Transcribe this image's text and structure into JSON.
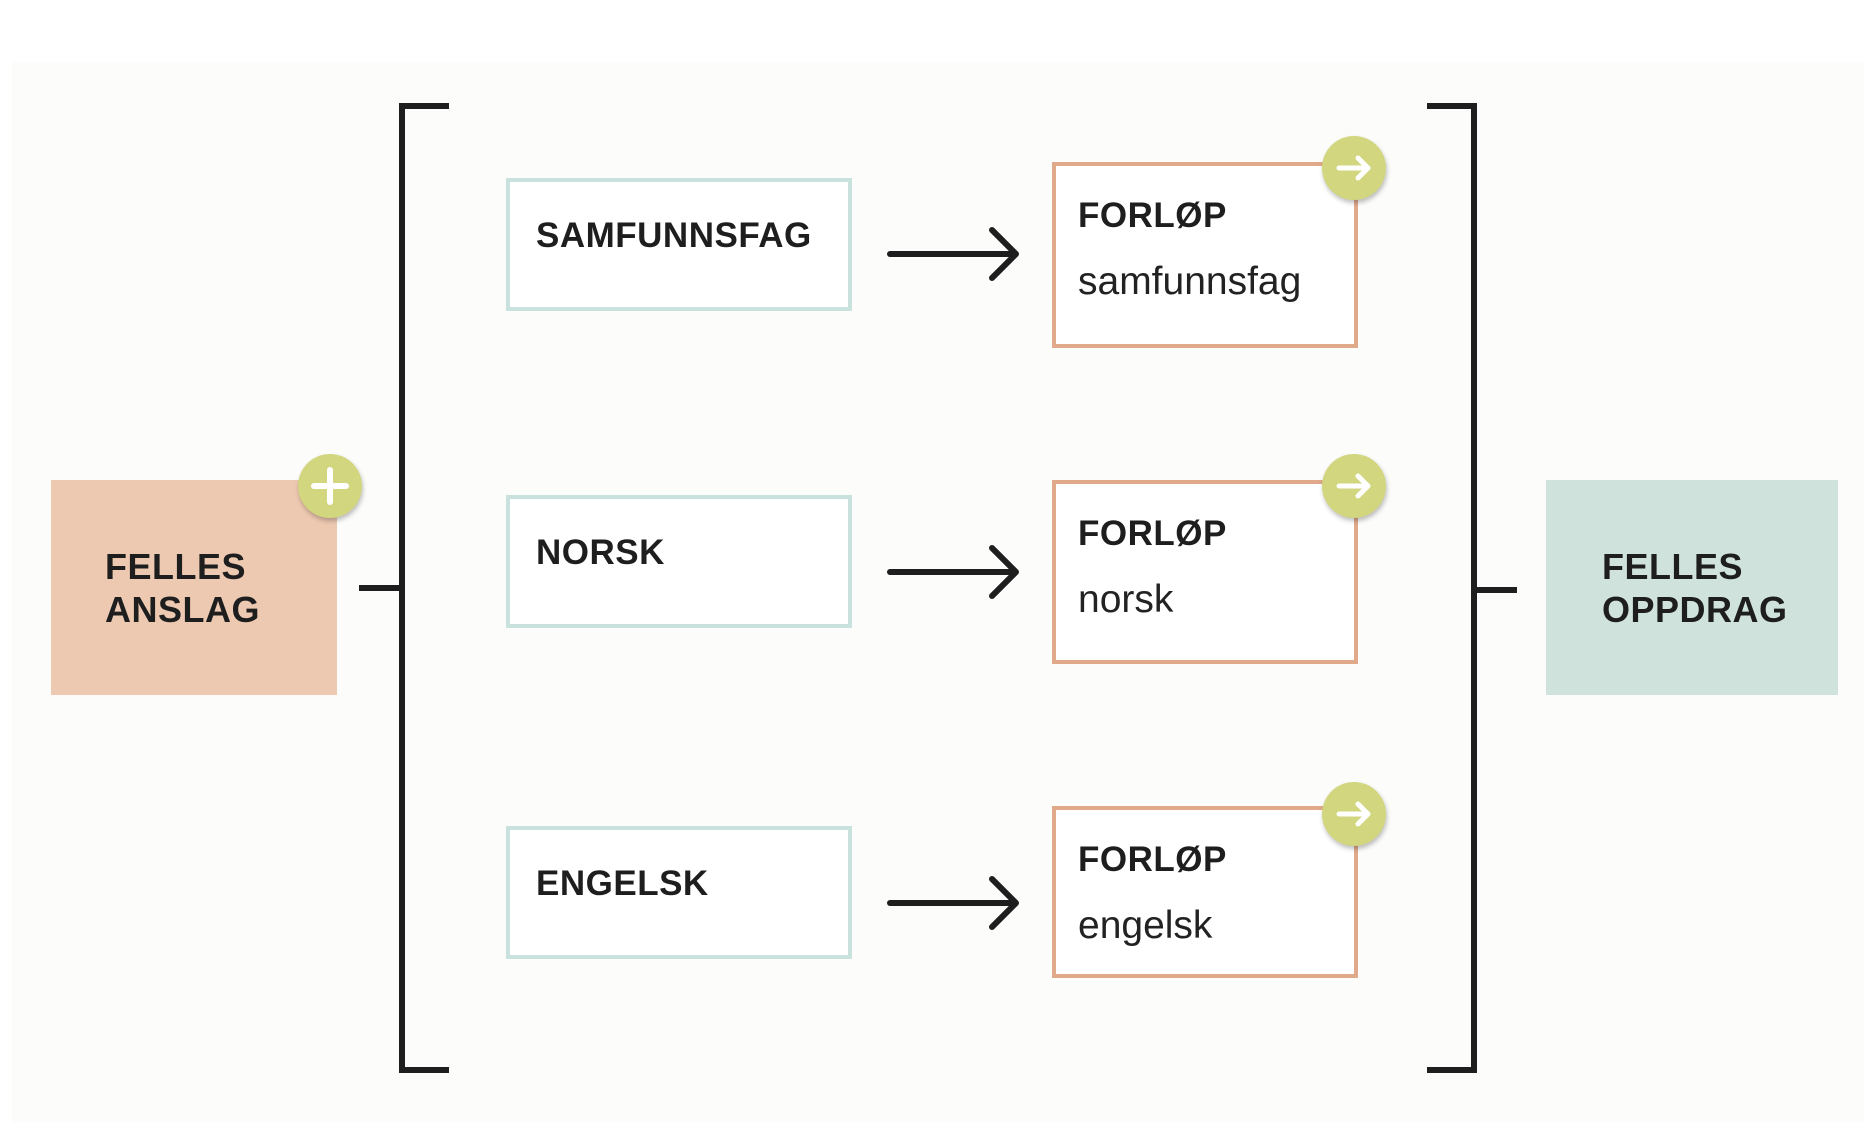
{
  "diagram": {
    "start": {
      "line1": "FELLES",
      "line2": "ANSLAG",
      "color": "#eec9b1",
      "badge_icon": "plus-icon"
    },
    "end": {
      "line1": "FELLES",
      "line2": "OPPDRAG",
      "color": "#cfe3dc"
    },
    "rows": [
      {
        "subject": "SAMFUNNSFAG",
        "forlop_title": "FORLØP",
        "forlop_sub": "samfunnsfag",
        "badge_icon": "arrow-right-icon"
      },
      {
        "subject": "NORSK",
        "forlop_title": "FORLØP",
        "forlop_sub": "norsk",
        "badge_icon": "arrow-right-icon"
      },
      {
        "subject": "ENGELSK",
        "forlop_title": "FORLØP",
        "forlop_sub": "engelsk",
        "badge_icon": "arrow-right-icon"
      }
    ],
    "colors": {
      "subject_border": "#c9e2dd",
      "forlop_border": "#e0a98a",
      "badge": "#d1d67f",
      "lines": "#1e1e1e"
    }
  }
}
